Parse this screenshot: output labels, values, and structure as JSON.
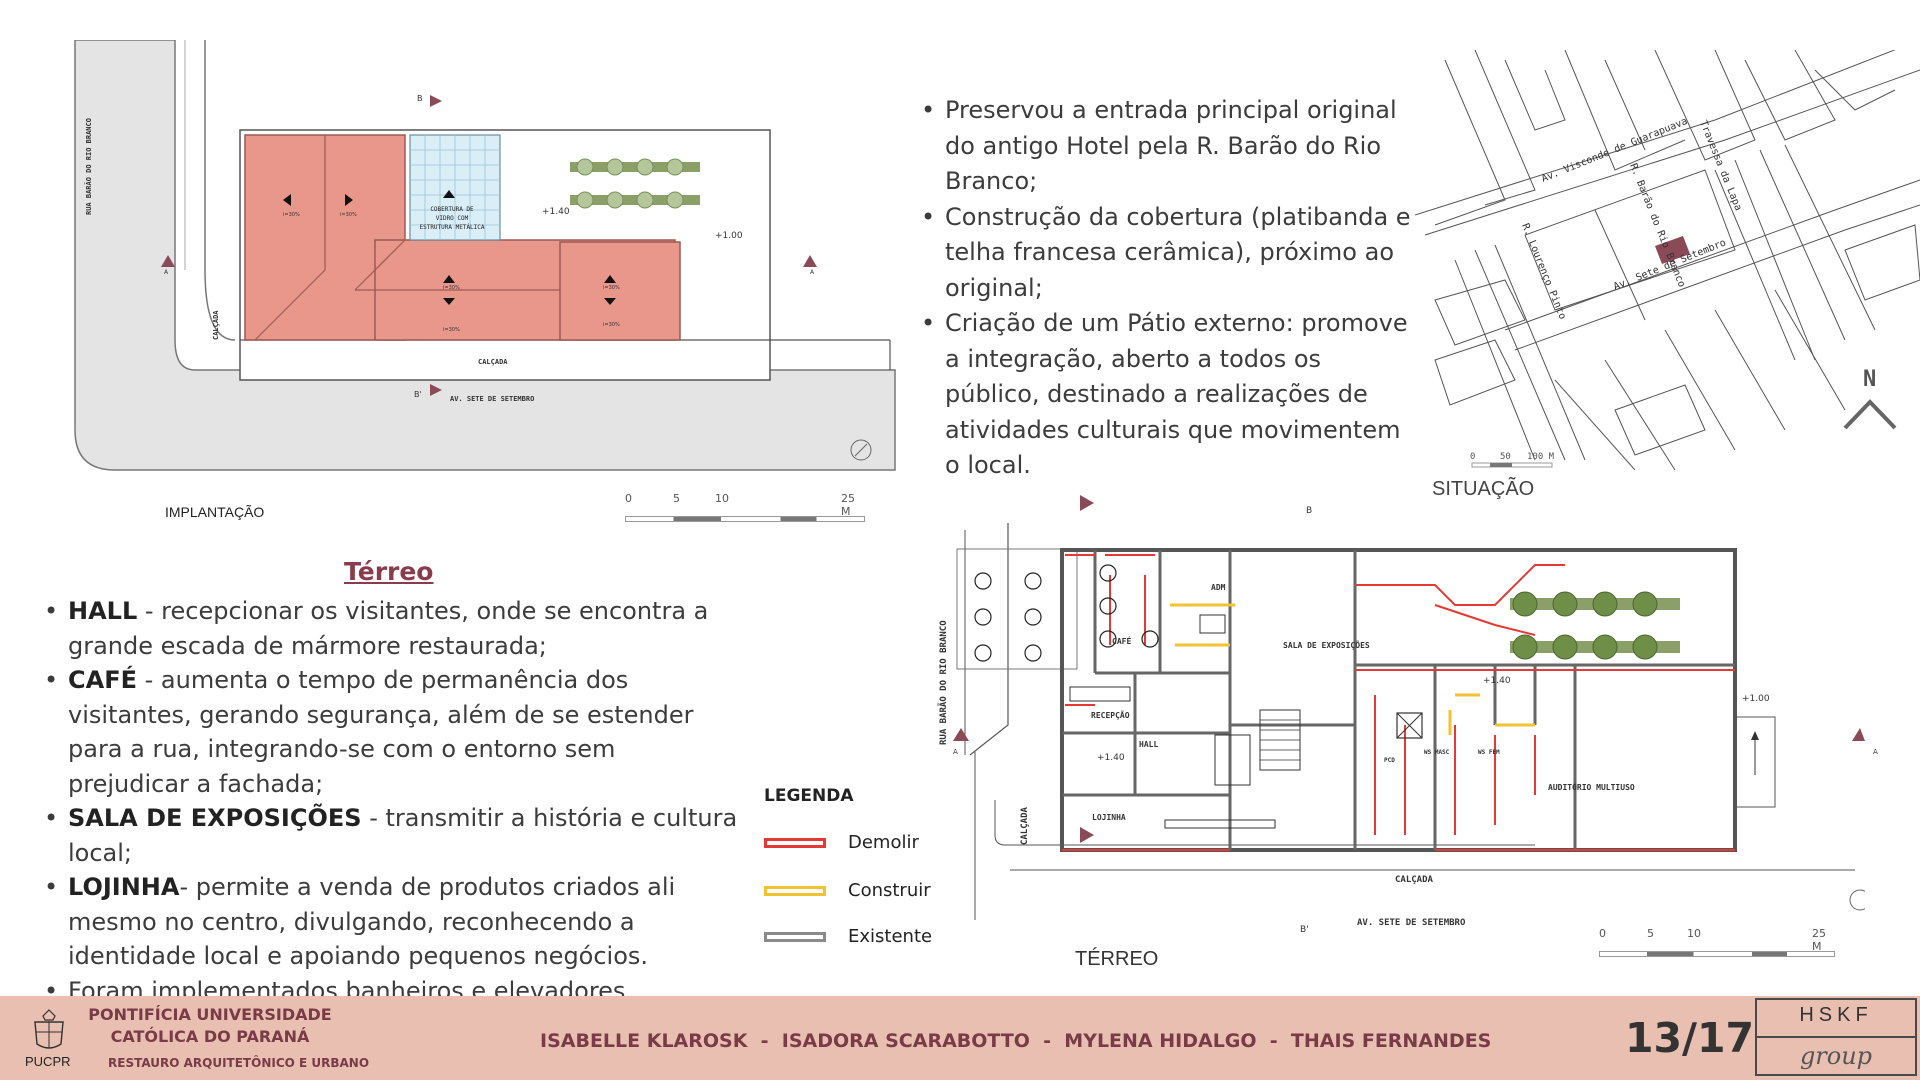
{
  "captions": {
    "implantacao": "IMPLANTAÇÃO",
    "situacao": "SITUAÇÃO",
    "terreo": "TÉRREO"
  },
  "top_bullets": [
    "Preservou a entrada principal original do antigo Hotel pela R. Barão do Rio Branco;",
    "Construção da cobertura (platibanda e telha francesa cerâmica), próximo ao original;",
    "Criação de um Pátio externo: promove a integração, aberto a todos os público, destinado a realizações de atividades culturais que movimentem o local."
  ],
  "terreo_section": {
    "title": "Térreo",
    "items": [
      {
        "label": "HALL",
        "text": " - recepcionar os visitantes, onde se encontra a grande escada de mármore restaurada;"
      },
      {
        "label": "CAFÉ",
        "text": " - aumenta o tempo de permanência dos visitantes, gerando segurança, além de se estender para a rua, integrando-se com o entorno sem prejudicar a fachada;"
      },
      {
        "label": "SALA DE EXPOSIÇÕES",
        "text": " -  transmitir a história e cultura local;"
      },
      {
        "label": "LOJINHA",
        "text": "- permite a venda de produtos criados ali mesmo no centro, divulgando, reconhecendo a identidade local e apoiando pequenos negócios."
      },
      {
        "label": "",
        "text": "Foram implementados banheiros e elevadores garantindo a acessibilidade."
      }
    ]
  },
  "legend": {
    "title": "LEGENDA",
    "items": [
      {
        "label": "Demolir",
        "color": "#e53935"
      },
      {
        "label": "Construir",
        "color": "#f2c230"
      },
      {
        "label": "Existente",
        "color": "#8a8a8a"
      }
    ]
  },
  "implantacao_plan": {
    "street_left": "RUA BARÃO DO RIO BRANCO",
    "street_bottom": "AV. SETE DE SETEMBRO",
    "calcada": "CALÇADA",
    "cobertura": [
      "COBERTURA DE",
      "VIDRO COM",
      "ESTRUTURA METÁLICA"
    ],
    "level_1": "+1.40",
    "level_2": "+1.00",
    "section_b": "B",
    "section_b2": "B'",
    "section_a": "A",
    "slope": "i=30%",
    "scale": [
      "0",
      "5",
      "10",
      "25 M"
    ]
  },
  "situacao_map": {
    "streets": [
      "Av. Visconde de Guarapuava",
      "R. Barão do Rio Branco",
      "Travessa da Lapa",
      "R. Lourenço Pinto",
      "Av. Sete de Setembro"
    ],
    "north": "N",
    "scale": [
      "0",
      "50",
      "100 M"
    ]
  },
  "terreo_plan": {
    "street_left": "RUA BARÃO DO RIO BRANCO",
    "street_bottom": "AV. SETE DE SETEMBRO",
    "calcada": "CALÇADA",
    "rooms": {
      "adm": "ADM",
      "cafe": "CAFÉ",
      "sala": "SALA DE EXPOSIÇÕES",
      "recepcao": "RECEPÇÃO",
      "hall": "HALL",
      "lojinha": "LOJINHA",
      "auditorio": "AUDITÓRIO MULTIUSO",
      "ws_masc": "WS MASC",
      "ws_fem": "WS FEM",
      "pcd": "PCD"
    },
    "levels": [
      "+1.40",
      "+1.40",
      "+1.00"
    ],
    "section_b": "B",
    "section_b2": "B'",
    "section_a": "A",
    "scale": [
      "0",
      "5",
      "10",
      "25 M"
    ]
  },
  "footer": {
    "university_line1": "PONTIFÍCIA UNIVERSIDADE",
    "university_line2": "CATÓLICA DO PARANÁ",
    "course": "RESTAURO ARQUITETÔNICO E URBANO",
    "logo_text": "PUCPR",
    "authors": "ISABELLE KLAROSK  -  ISADORA SCARABOTTO  -  MYLENA HIDALGO  -  THAIS FERNANDES",
    "page": "13/17",
    "group_name": "HSKF",
    "group_sub": "group"
  }
}
